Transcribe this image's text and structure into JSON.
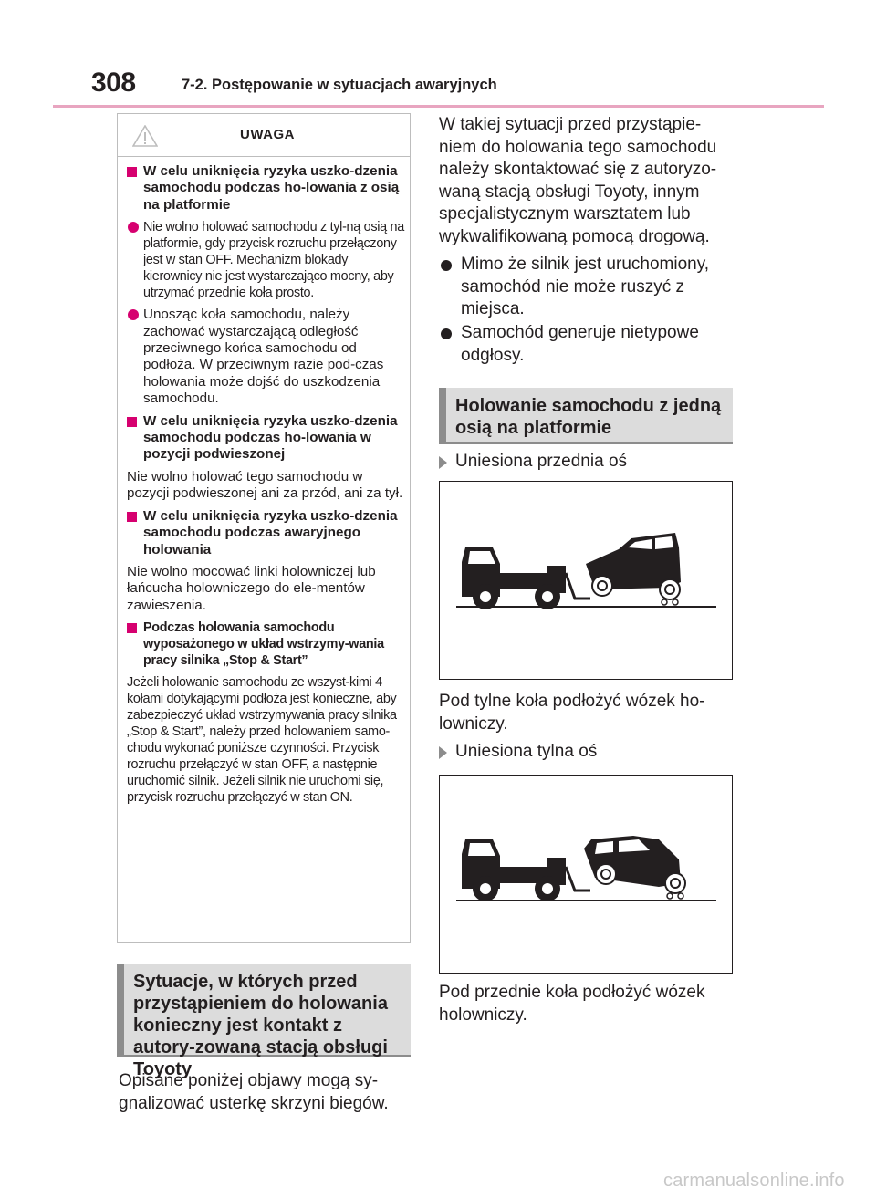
{
  "header": {
    "page_number": "308",
    "section_title": "7-2. Postępowanie w sytuacjach awaryjnych"
  },
  "warning": {
    "label": "UWAGA",
    "h1": "W celu uniknięcia ryzyka uszko-dzenia samochodu podczas ho-lowania z osią na platformie",
    "b1": "Nie wolno holować samochodu z tyl-ną osią na platformie, gdy przycisk rozruchu przełączony jest w stan OFF. Mechanizm blokady kierownicy nie jest wystarczająco mocny, aby utrzymać przednie koła prosto.",
    "b2": "Unosząc koła samochodu, należy zachować wystarczającą odległość przeciwnego końca samochodu od podłoża. W przeciwnym razie pod-czas holowania może dojść do uszkodzenia samochodu.",
    "h2": "W celu uniknięcia ryzyka uszko-dzenia samochodu podczas ho-lowania w pozycji podwieszonej",
    "p2": "Nie wolno holować tego samochodu w pozycji podwieszonej ani za przód, ani za tył.",
    "h3": "W celu uniknięcia ryzyka uszko-dzenia samochodu podczas awaryjnego holowania",
    "p3": "Nie wolno mocować linki holowniczej lub łańcucha holowniczego do ele-mentów zawieszenia.",
    "h4": "Podczas holowania samochodu wyposażonego w układ wstrzymy-wania pracy silnika „Stop & Start”",
    "p4": "Jeżeli holowanie samochodu ze wszyst-kimi 4 kołami dotykającymi podłoża jest konieczne, aby zabezpieczyć układ wstrzymywania pracy silnika „Stop & Start”, należy przed holowaniem samo-chodu wykonać poniższe czynności. Przycisk rozruchu przełączyć w stan OFF, a następnie uruchomić silnik. Jeżeli silnik nie uruchomi się, przycisk rozruchu przełączyć w stan ON."
  },
  "left_heading": "Sytuacje, w których przed przystąpieniem do holowania konieczny jest kontakt z autory-zowaną stacją obsługi Toyoty",
  "left_para": "Opisane poniżej objawy mogą sy-gnalizować usterkę skrzyni biegów.",
  "right": {
    "para1": "W takiej sytuacji przed przystąpie-niem do holowania tego samochodu należy skontaktować się z autoryzo-waną stacją obsługi Toyoty, innym specjalistycznym warsztatem lub wykwalifikowaną pomocą drogową.",
    "bullet1": "Mimo że silnik jest uruchomiony, samochód nie może ruszyć z miejsca.",
    "bullet2": "Samochód generuje nietypowe odgłosy.",
    "heading": "Holowanie samochodu z jedną osią na platformie",
    "item1": "Uniesiona przednia oś",
    "para2": "Pod tylne koła podłożyć wózek ho-lowniczy.",
    "item2": "Uniesiona tylna oś",
    "para3": "Pod przednie koła podłożyć wózek holowniczy."
  },
  "figures": {
    "fig1_icon": "tow-truck-front-lifted-illustration",
    "fig2_icon": "tow-truck-rear-lifted-illustration"
  },
  "watermark": "carmanualsonline.info",
  "colors": {
    "accent": "#d6006f",
    "rule": "#e8a5c0",
    "box_bg": "#dcdcdc",
    "box_border": "#8c8c8c"
  }
}
